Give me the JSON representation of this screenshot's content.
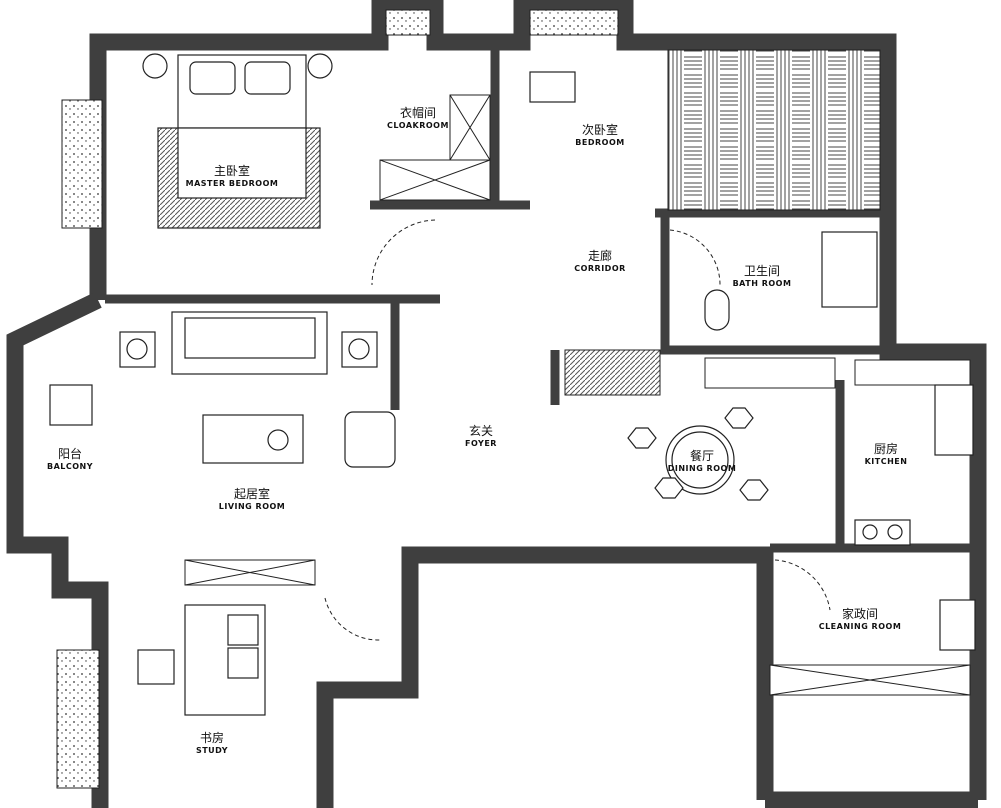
{
  "rooms": {
    "master_bedroom": {
      "cn": "主卧室",
      "en": "MASTER BEDROOM"
    },
    "cloakroom": {
      "cn": "衣帽间",
      "en": "CLOAKROOM"
    },
    "bedroom": {
      "cn": "次卧室",
      "en": "BEDROOM"
    },
    "corridor": {
      "cn": "走廊",
      "en": "CORRIDOR"
    },
    "bathroom": {
      "cn": "卫生间",
      "en": "BATH ROOM"
    },
    "balcony": {
      "cn": "阳台",
      "en": "BALCONY"
    },
    "foyer": {
      "cn": "玄关",
      "en": "FOYER"
    },
    "dining_room": {
      "cn": "餐厅",
      "en": "DINING ROOM"
    },
    "kitchen": {
      "cn": "厨房",
      "en": "KITCHEN"
    },
    "living_room": {
      "cn": "起居室",
      "en": "LIVING ROOM"
    },
    "cleaning_room": {
      "cn": "家政间",
      "en": "CLEANING ROOM"
    },
    "study": {
      "cn": "书房",
      "en": "STUDY"
    }
  },
  "colors": {
    "wall": "#3f3f3f",
    "line": "#222222",
    "hatch": "#555555"
  }
}
